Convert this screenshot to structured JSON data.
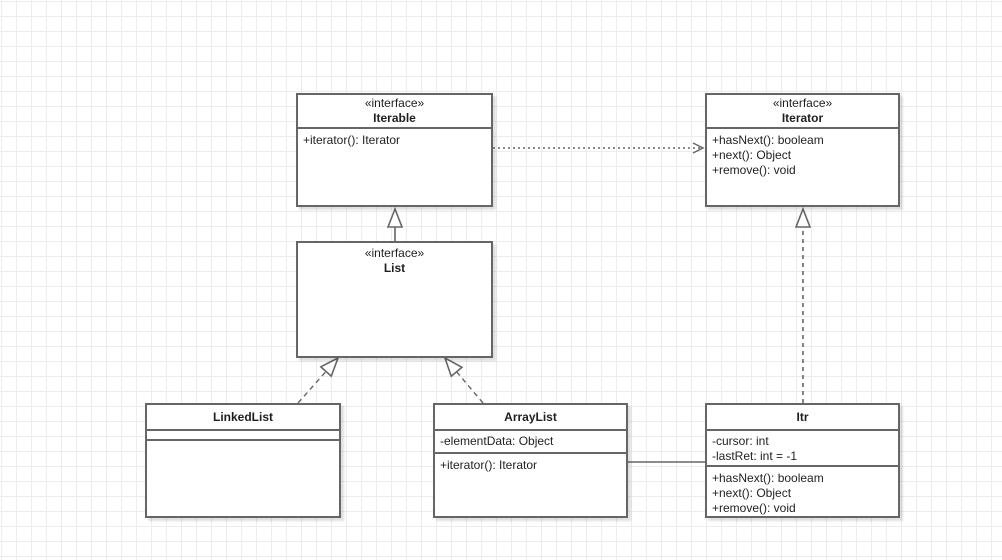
{
  "diagram": {
    "kind": "uml-class-diagram",
    "colors": {
      "node_border": "#666666",
      "node_fill": "#ffffff",
      "grid_line": "#ececec",
      "text": "#1f1f1f"
    }
  },
  "nodes": {
    "iterable": {
      "stereotype": "«interface»",
      "name": "Iterable",
      "methods": [
        "+iterator(): Iterator"
      ]
    },
    "iterator": {
      "stereotype": "«interface»",
      "name": "Iterator",
      "methods": [
        "+hasNext(): booleam",
        "+next(): Object",
        "+remove(): void"
      ]
    },
    "list": {
      "stereotype": "«interface»",
      "name": "List"
    },
    "linkedlist": {
      "name": "LinkedList"
    },
    "arraylist": {
      "name": "ArrayList",
      "attributes": [
        "-elementData: Object"
      ],
      "methods": [
        "+iterator(): Iterator"
      ]
    },
    "itr": {
      "name": "Itr",
      "attributes": [
        "-cursor: int",
        "-lastRet: int = -1"
      ],
      "methods": [
        "+hasNext(): booleam",
        "+next(): Object",
        "+remove(): void"
      ]
    }
  },
  "edges": [
    {
      "from": "Iterable",
      "to": "Iterator",
      "type": "dependency (dashed, open arrow)"
    },
    {
      "from": "List",
      "to": "Iterable",
      "type": "generalization (solid, hollow triangle)"
    },
    {
      "from": "LinkedList",
      "to": "List",
      "type": "realization (dashed, hollow triangle)"
    },
    {
      "from": "ArrayList",
      "to": "List",
      "type": "realization (dashed, hollow triangle)"
    },
    {
      "from": "Itr",
      "to": "Iterator",
      "type": "realization (dashed, hollow triangle)"
    },
    {
      "from": "ArrayList",
      "to": "Itr",
      "type": "association (solid)"
    }
  ]
}
